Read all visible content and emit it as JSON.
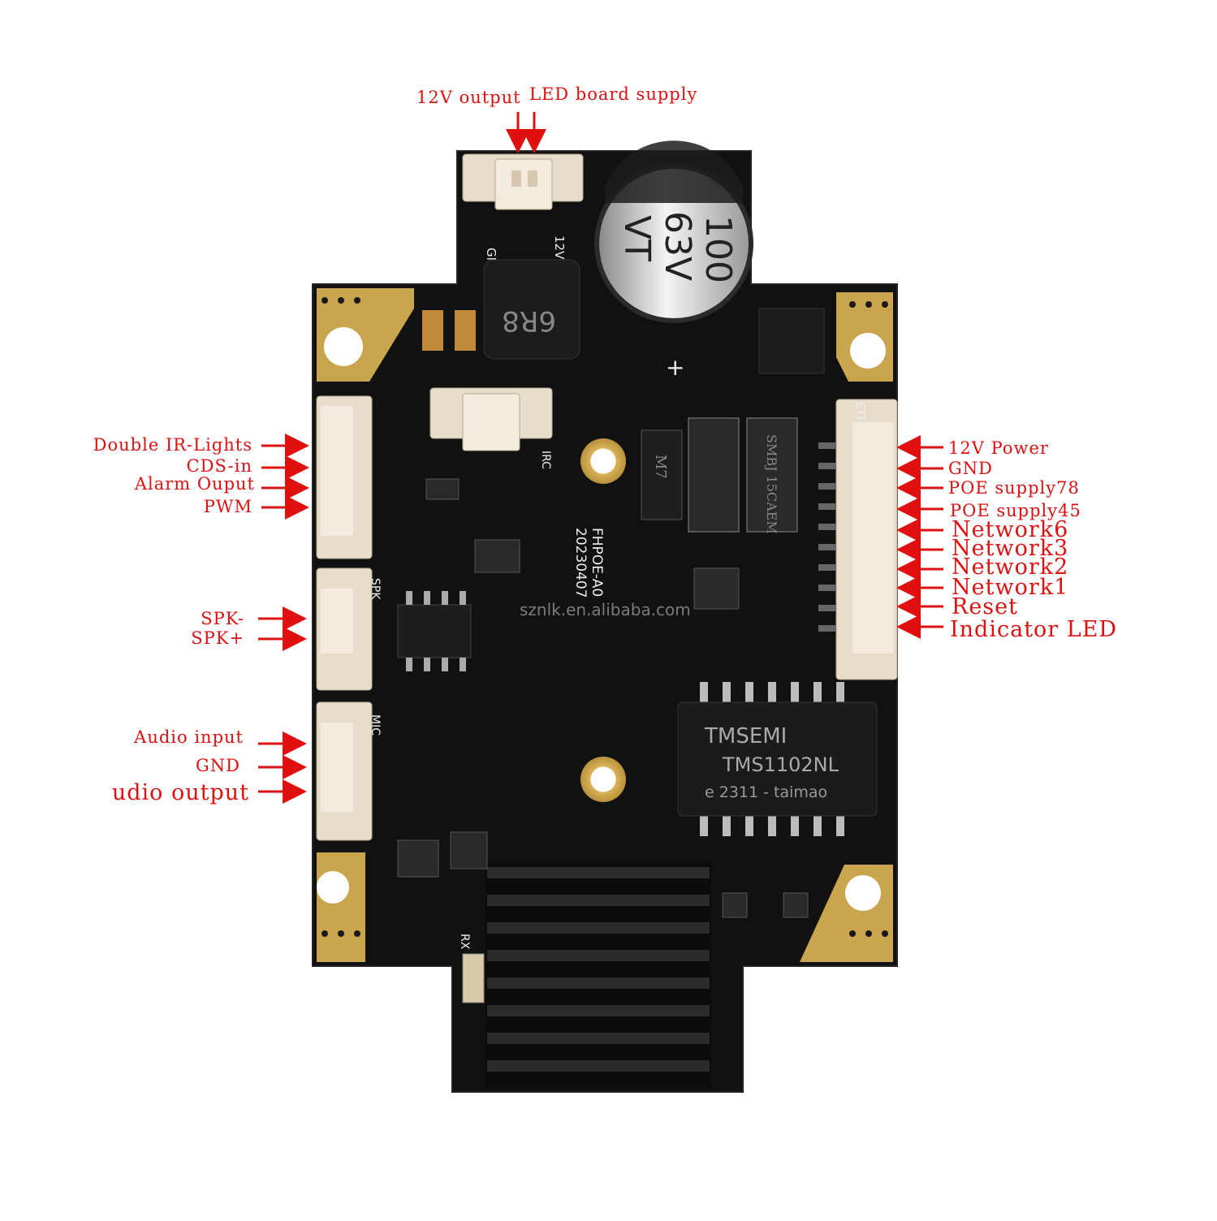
{
  "top_labels": {
    "output_12v": "12V output",
    "led_supply": "LED board supply"
  },
  "left_labels": {
    "ir_lights": "Double IR-Lights",
    "cds_in": "CDS-in",
    "alarm_output": "Alarm Ouput",
    "pwm": "PWM",
    "spk_minus": "SPK-",
    "spk_plus": "SPK+",
    "audio_input": "Audio input",
    "gnd": "GND",
    "audio_output": "udio output"
  },
  "right_labels": {
    "power_12v": "12V Power",
    "gnd": "GND",
    "poe78": "POE supply78",
    "poe45": "POE supply45",
    "network6": "Network6",
    "network3": "Network3",
    "network2": "Network2",
    "network1": "Network1",
    "reset": "Reset",
    "indicator_led": "Indicator LED"
  },
  "board_markings": {
    "gnd": "GND",
    "v12": "12V",
    "cap_value": "100",
    "cap_voltage": "63V",
    "cap_series": "VT",
    "cap_plus": "+",
    "inductor": "6R8",
    "irc": "IRC",
    "spk": "SPK",
    "mic": "MIC",
    "eth": "ETH",
    "rx": "RX",
    "model": "FHPOE-A0",
    "date": "20230407",
    "tvs": "SMBJ 15CAEM",
    "diode": "M7",
    "xfmr_brand": "TMSEMI",
    "xfmr_model": "TMS1102NL",
    "xfmr_lot": "e 2311 - taimao",
    "watermark": "sznlk.en.alibaba.com"
  },
  "colors": {
    "arrow": "#e01010",
    "board": "#111111",
    "gold": "#d9b45a",
    "connector": "#e8dccb"
  }
}
